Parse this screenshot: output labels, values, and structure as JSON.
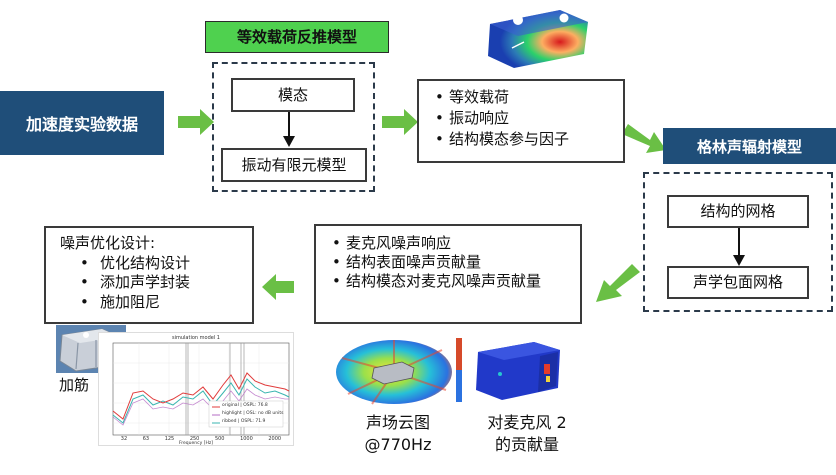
{
  "input": {
    "label": "加速度实验数据"
  },
  "inverse": {
    "title": "等效载荷反推模型",
    "modal": "模态",
    "fe_model": "振动有限元模型"
  },
  "results1": {
    "items": [
      "等效载荷",
      "振动响应",
      "结构模态参与因子"
    ]
  },
  "green": {
    "title": "格林声辐射模型",
    "struct_mesh": "结构的网格",
    "acoustic_mesh": "声学包面网格"
  },
  "results2": {
    "items": [
      "麦克风噪声响应",
      "结构表面噪声贡献量",
      "结构模态对麦克风噪声贡献量"
    ]
  },
  "design": {
    "title": "噪声优化设计:",
    "items": [
      "优化结构设计",
      "添加声学封装",
      "施加阻尼"
    ]
  },
  "captions": {
    "rib": "加筋",
    "field_line1": "声场云图",
    "field_line2": "@770Hz",
    "contrib_line1": "对麦克风 2",
    "contrib_line2": "的贡献量"
  },
  "plot": {
    "title": "simulation model 1",
    "xlabel": "Frequency [Hz]",
    "xticks": [
      "32",
      "63",
      "125",
      "250",
      "500",
      "1000",
      "2000"
    ],
    "legend": [
      "original | OSPL: 76.8",
      "highlight | OSL: no dB units",
      "ribbed | OSPL: 71.9"
    ]
  },
  "colors": {
    "navy": "#1f4e79",
    "green": "#4fd14f",
    "arrow": "#6abf45",
    "plot_red": "#e03b3b",
    "plot_teal": "#39b5b0"
  }
}
